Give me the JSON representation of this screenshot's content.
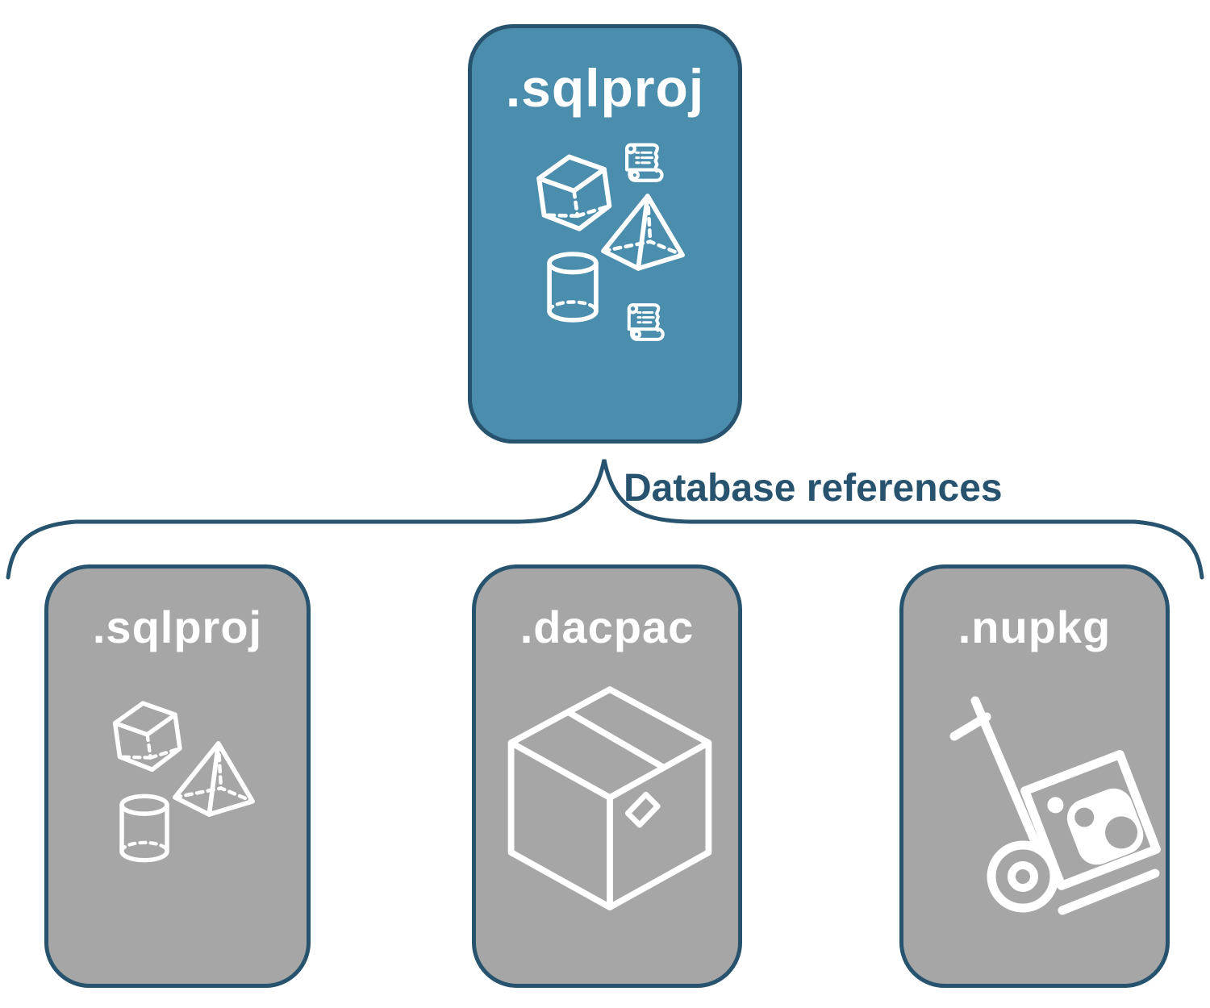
{
  "colors": {
    "root_fill": "#4A8DAD",
    "child_fill": "#A6A6A6",
    "outline": "#27536F",
    "icon": "#FFFFFF",
    "label_text": "#FFFFFF",
    "bg": "#FFFFFF"
  },
  "root_box": {
    "label": ".sqlproj",
    "icons": [
      "cube-icon",
      "script-scroll-icon",
      "pyramid-icon",
      "cylinder-icon",
      "script-scroll-icon"
    ]
  },
  "connector": {
    "label": "Database references",
    "shape": "curly-brace"
  },
  "child_boxes": [
    {
      "label": ".sqlproj",
      "icons": [
        "cube-icon",
        "pyramid-icon",
        "cylinder-icon"
      ]
    },
    {
      "label": ".dacpac",
      "icons": [
        "package-box-icon"
      ]
    },
    {
      "label": ".nupkg",
      "icons": [
        "hand-truck-nuget-icon"
      ]
    }
  ]
}
